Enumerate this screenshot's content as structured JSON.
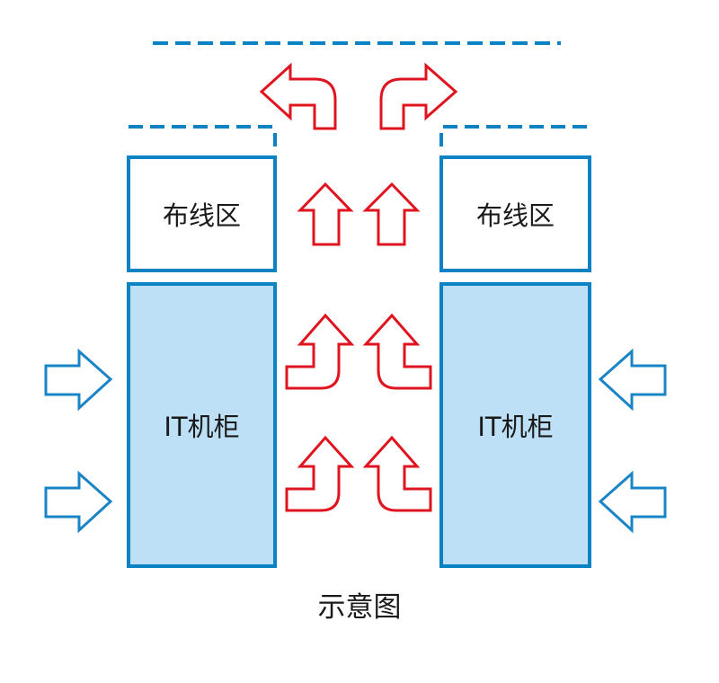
{
  "diagram": {
    "caption": "示意图",
    "wiring_zones": [
      {
        "label": "布线区"
      },
      {
        "label": "布线区"
      }
    ],
    "cabinets": [
      {
        "label": "IT机柜"
      },
      {
        "label": "IT机柜"
      }
    ],
    "colors": {
      "structure_blue": "#0a82c4",
      "cabinet_fill": "#bde0f6",
      "hot_air_red": "#e0141e",
      "cold_air_blue": "#1a84c6"
    },
    "arrows": {
      "cold_air_intake": "cold-air-arrows pointing into cabinets from outside",
      "hot_air_exhaust": "hot-air-arrows rising through center aisle"
    }
  }
}
